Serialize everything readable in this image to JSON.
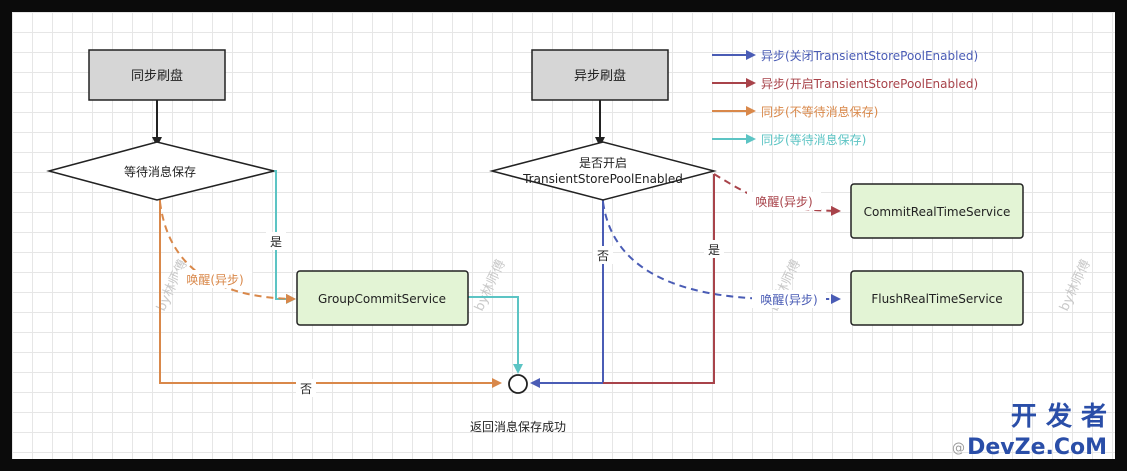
{
  "nodes": {
    "sync_flush": "同步刷盘",
    "async_flush": "异步刷盘",
    "wait_save": "等待消息保存",
    "pool_enabled_line1": "是否开启",
    "pool_enabled_line2": "TransientStorePoolEnabled",
    "group_commit": "GroupCommitService",
    "commit_realtime": "CommitRealTimeService",
    "flush_realtime": "FlushRealTimeService",
    "end_label": "返回消息保存成功"
  },
  "edge_labels": {
    "yes_left": "是",
    "wake_async_left": "唤醒(异步)",
    "no_bottom": "否",
    "no_mid": "否",
    "yes_right": "是",
    "wake_async_top": "唤醒(异步)",
    "wake_async_flush": "唤醒(异步)"
  },
  "legend": [
    {
      "label": "异步(关闭TransientStorePoolEnabled)",
      "color": "#4a5cb5"
    },
    {
      "label": "异步(开启TransientStorePoolEnabled)",
      "color": "#a8434a"
    },
    {
      "label": "同步(不等待消息保存)",
      "color": "#d9884a"
    },
    {
      "label": "同步(等待消息保存)",
      "color": "#5cc4c4"
    }
  ],
  "watermark": "by林师傅",
  "brand": {
    "line1": "开 发 者",
    "line2": "DevZe.CoM",
    "prefix": "@"
  },
  "colors": {
    "gray_box": "#d6d6d6",
    "green_box": "#e3f4d5",
    "blue": "#4a5cb5",
    "red": "#a8434a",
    "orange": "#d9884a",
    "cyan": "#5cc4c4",
    "black": "#222222"
  }
}
